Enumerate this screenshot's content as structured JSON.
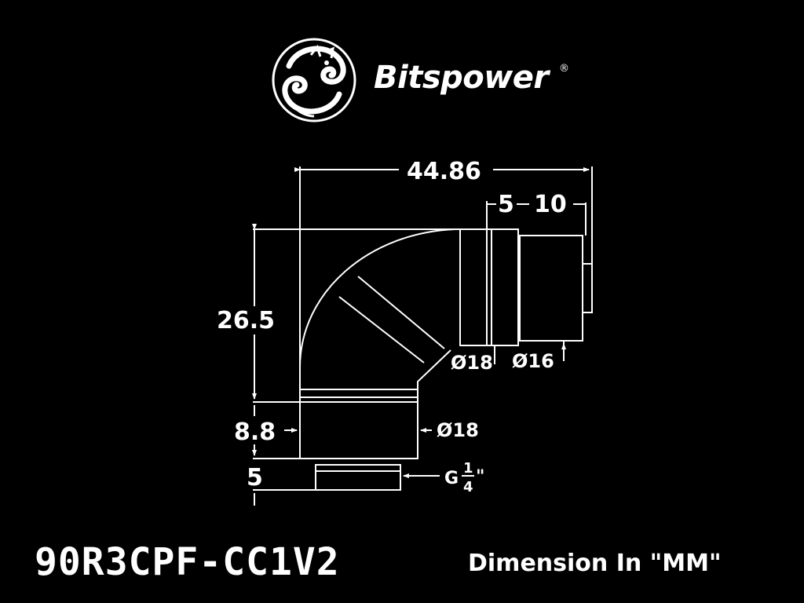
{
  "brand": {
    "name": "Bitspower",
    "trademark": "®",
    "logo_icon": "dragon-emblem"
  },
  "product": {
    "model": "90R3CPF-CC1V2",
    "units_note": "Dimension In \"MM\""
  },
  "dimensions": {
    "overall_width": "44.86",
    "ring_width": "5",
    "tube_width": "10",
    "elbow_height": "26.5",
    "collar_height": "8.8",
    "thread_length": "5",
    "diameter_outlet_ring": "Ø18",
    "diameter_outlet_tube": "Ø16",
    "diameter_collar": "Ø18",
    "thread_prefix": "G",
    "thread_num": "1",
    "thread_den": "4",
    "thread_suffix": "\""
  },
  "colors": {
    "background": "#000000",
    "lines": "#ffffff"
  }
}
